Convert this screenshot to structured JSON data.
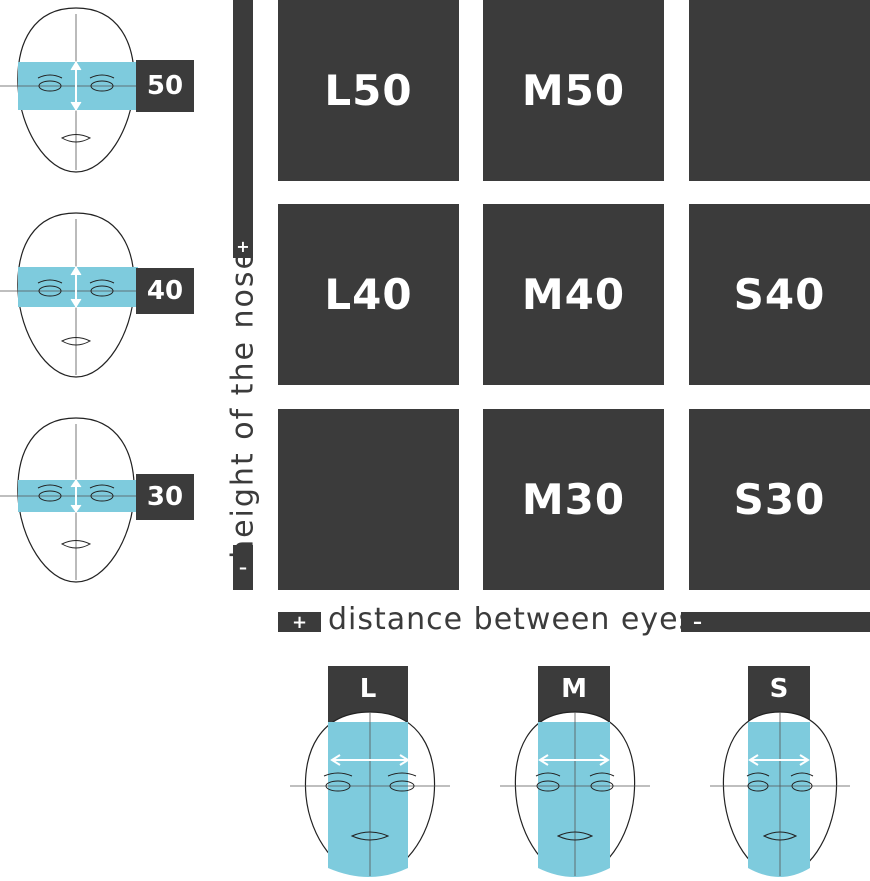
{
  "grid": {
    "rows": [
      {
        "cells": [
          "L50",
          "M50",
          ""
        ]
      },
      {
        "cells": [
          "L40",
          "M40",
          "S40"
        ]
      },
      {
        "cells": [
          "",
          "M30",
          "S30"
        ]
      }
    ]
  },
  "nose_heights": [
    "50",
    "40",
    "30"
  ],
  "eye_sizes": [
    "L",
    "M",
    "S"
  ],
  "axes": {
    "vertical_label": "height of the nose",
    "vertical_plus": "+",
    "vertical_minus": "–",
    "horizontal_label": "distance between eyes",
    "horizontal_plus": "+",
    "horizontal_minus": "–"
  },
  "colors": {
    "dark": "#3b3b3b",
    "highlight": "#7ecbdd",
    "line": "#222222"
  }
}
